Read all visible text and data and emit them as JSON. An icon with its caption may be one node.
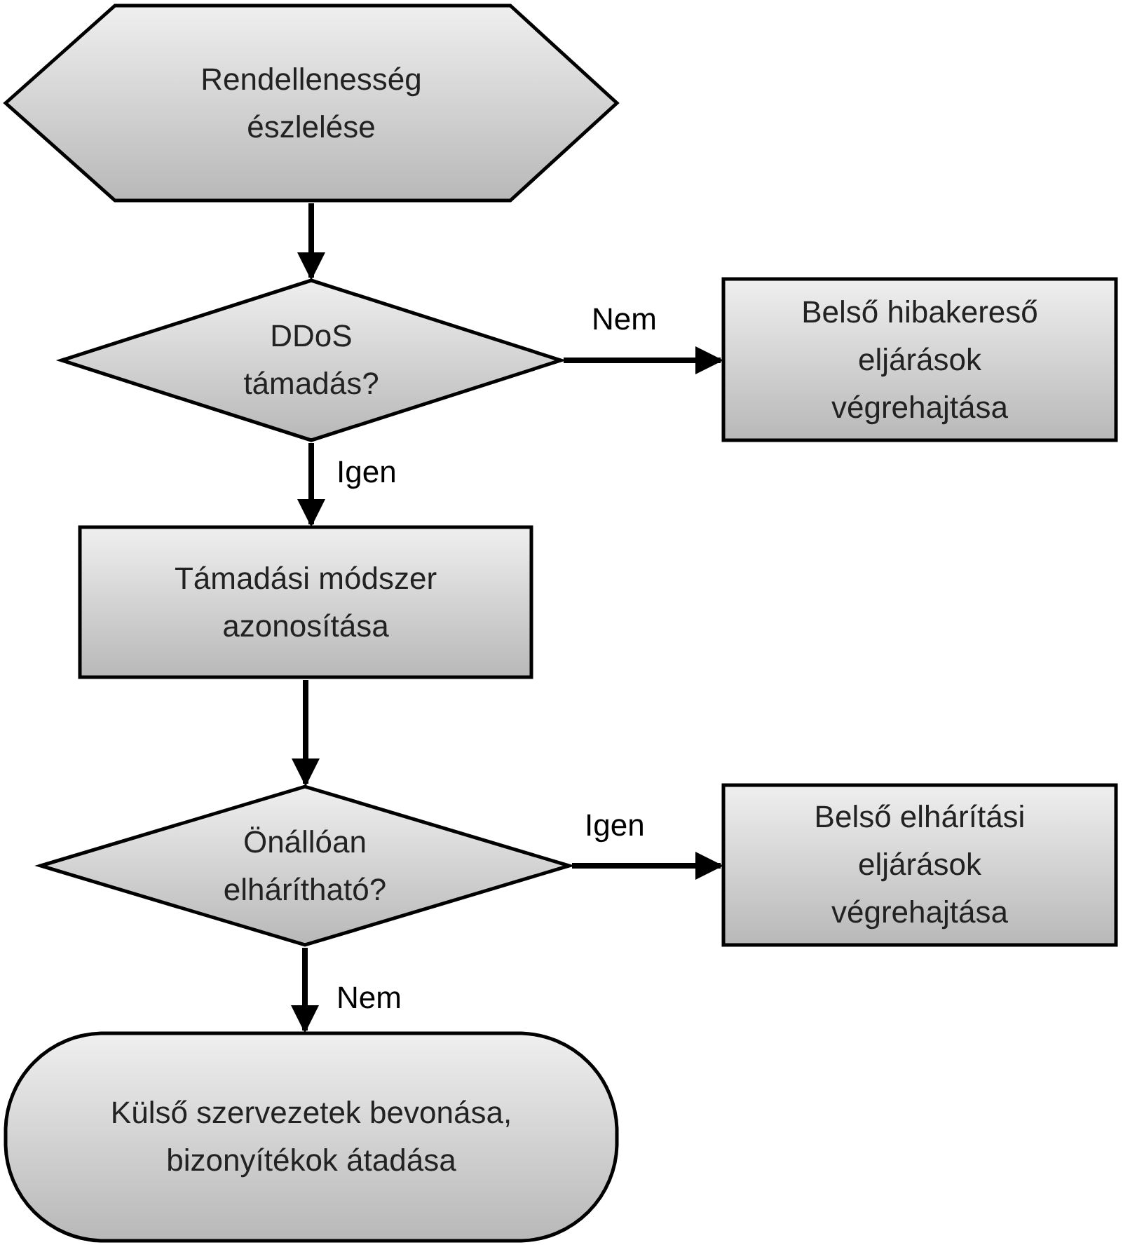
{
  "diagram": {
    "nodes": [
      {
        "text": [
          "Rendellenesség észlelése"
        ]
      },
      {
        "text": [
          "DDoS támadás?"
        ]
      },
      {
        "text": [
          "Belső hibakereső eljárások végrehajtása"
        ]
      },
      {
        "text": [
          "Támadási módszer azonosítása"
        ]
      },
      {
        "text": [
          "Önállóan elhárítható?"
        ]
      },
      {
        "text": [
          "Belső elhárítási eljárások végrehajtása"
        ]
      },
      {
        "text": [
          "Külső szervezetek bevonása, bizonyítékok átadása"
        ]
      }
    ],
    "edges": [
      {
        "from": 0,
        "to": 1,
        "arrow": "to"
      },
      {
        "from": 1,
        "to": 2,
        "arrow": "to",
        "label": "Nem"
      },
      {
        "from": 1,
        "to": 3,
        "arrow": "to",
        "label": "Igen"
      },
      {
        "from": 3,
        "to": 4,
        "arrow": "to"
      },
      {
        "from": 4,
        "to": 5,
        "arrow": "to",
        "label": "Igen"
      },
      {
        "from": 4,
        "to": 6,
        "arrow": "to",
        "label": "Nem"
      }
    ]
  }
}
